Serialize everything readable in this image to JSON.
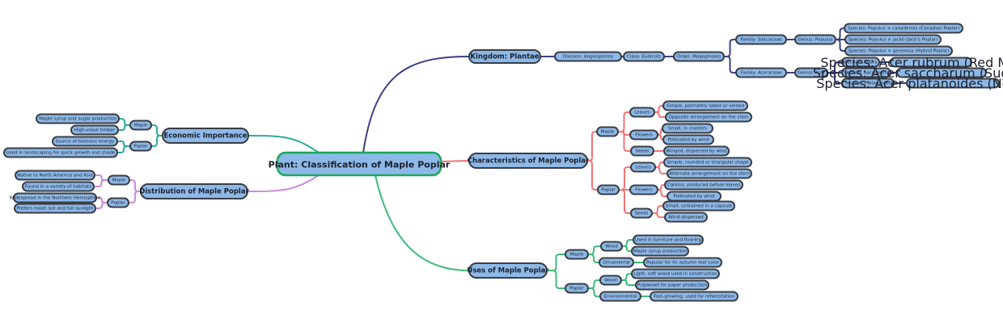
{
  "title": "Plant: Classification of Maple Poplar",
  "colors": {
    "node_fill": "#8db9e8",
    "node_border": "#3a3d44",
    "root_border": "#1aa85a",
    "branch_kingdom": "#3b3f85",
    "branch_characteristics": "#f07575",
    "branch_uses": "#3dbb78",
    "branch_economic": "#2bab9a",
    "branch_distribution": "#c88ad8"
  },
  "root": {
    "label": "Plant: Classification of Maple Poplar",
    "right": [
      {
        "label": "Kingdom: Plantae",
        "color_key": "branch_kingdom",
        "children": [
          {
            "label": "Division: Angiosperms",
            "children": [
              {
                "label": "Class: Eudicots",
                "children": [
                  {
                    "label": "Order: Malpighiales",
                    "children": [
                      {
                        "label": "Family: Salicaceae",
                        "children": [
                          {
                            "label": "Genus: Populus",
                            "children": [
                              {
                                "label": "Species: Populus × canadensis (Canadian Poplar)"
                              },
                              {
                                "label": "Species: Populus × jackii (Jack's Poplar)"
                              },
                              {
                                "label": "Species: Populus × generosa (Hybrid Poplar)"
                              }
                            ]
                          }
                        ]
                      },
                      {
                        "label": "Family: Aceraceae",
                        "children": [
                          {
                            "label": "Genus: Acer",
                            "children": [
                              {
                                "label": "Section: Rubra",
                                "children": [
                                  {
                                    "label": "Species: Acer rubrum (Red Maple)"
                                  }
                                ]
                              },
                              {
                                "label": "Section: Saccharum",
                                "children": [
                                  {
                                    "label": "Species: Acer saccharum (Sugar Maple)"
                                  }
                                ]
                              },
                              {
                                "label": "Section: Platanoides",
                                "children": [
                                  {
                                    "label": "Species: Acer platanoides (Norway Maple)"
                                  }
                                ]
                              }
                            ]
                          }
                        ]
                      }
                    ]
                  }
                ]
              }
            ]
          }
        ]
      },
      {
        "label": "Characteristics of Maple Poplar",
        "color_key": "branch_characteristics",
        "children": [
          {
            "label": "Maple",
            "children": [
              {
                "label": "Leaves",
                "children": [
                  {
                    "label": "Simple, palmately lobed or veined"
                  },
                  {
                    "label": "Opposite arrangement on the stem"
                  }
                ]
              },
              {
                "label": "Flowers",
                "children": [
                  {
                    "label": "Small, in clusters"
                  },
                  {
                    "label": "Pollinated by wind"
                  }
                ]
              },
              {
                "label": "Seeds",
                "children": [
                  {
                    "label": "Winged, dispersed by wind"
                  }
                ]
              }
            ]
          },
          {
            "label": "Poplar",
            "children": [
              {
                "label": "Leaves",
                "children": [
                  {
                    "label": "Simple, rounded or triangular shape"
                  },
                  {
                    "label": "Alternate arrangement on the stem"
                  }
                ]
              },
              {
                "label": "Flowers",
                "children": [
                  {
                    "label": "Catkins, produced before leaves"
                  },
                  {
                    "label": "Pollinated by wind"
                  }
                ]
              },
              {
                "label": "Seeds",
                "children": [
                  {
                    "label": "Small, contained in a capsule"
                  },
                  {
                    "label": "Wind-dispersed"
                  }
                ]
              }
            ]
          }
        ]
      },
      {
        "label": "Uses of Maple Poplar",
        "color_key": "branch_uses",
        "children": [
          {
            "label": "Maple",
            "children": [
              {
                "label": "Wood",
                "children": [
                  {
                    "label": "Used in furniture and flooring"
                  },
                  {
                    "label": "Maple syrup production"
                  }
                ]
              },
              {
                "label": "Ornamental",
                "children": [
                  {
                    "label": "Popular for its autumn leaf color"
                  }
                ]
              }
            ]
          },
          {
            "label": "Poplar",
            "children": [
              {
                "label": "Wood",
                "children": [
                  {
                    "label": "Light, soft wood used in construction"
                  },
                  {
                    "label": "Pulpwood for paper production"
                  }
                ]
              },
              {
                "label": "Environmental",
                "children": [
                  {
                    "label": "Fast-growing, used for reforestation"
                  }
                ]
              }
            ]
          }
        ]
      }
    ],
    "left": [
      {
        "label": "Economic Importance",
        "color_key": "branch_economic",
        "children": [
          {
            "label": "Maple",
            "children": [
              {
                "label": "Maple syrup and sugar production"
              },
              {
                "label": "High-value timber"
              }
            ]
          },
          {
            "label": "Poplar",
            "children": [
              {
                "label": "Source of biomass energy"
              },
              {
                "label": "Used in landscaping for quick growth and shade"
              }
            ]
          }
        ]
      },
      {
        "label": "Distribution of Maple Poplar",
        "color_key": "branch_distribution",
        "children": [
          {
            "label": "Maple",
            "children": [
              {
                "label": "Native to North America and Asia"
              },
              {
                "label": "Found in a variety of habitats"
              }
            ]
          },
          {
            "label": "Poplar",
            "children": [
              {
                "label": "Widespread in the Northern Hemisphere"
              },
              {
                "label": "Prefers moist soil and full sunlight"
              }
            ]
          }
        ]
      }
    ]
  }
}
